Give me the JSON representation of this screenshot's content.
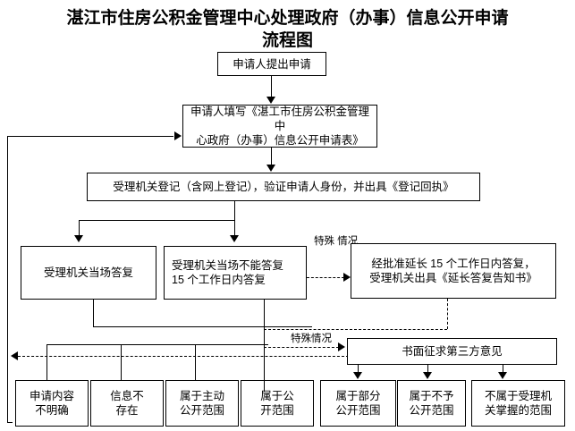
{
  "title": {
    "line1": "湛江市住房公积金管理中心处理政府（办事）信息公开申请",
    "line2": "流程图"
  },
  "nodes": {
    "apply": "申请人提出申请",
    "fill_form_l1": "申请人填写《湛工市住房公积金管理中",
    "fill_form_l2": "心政府（办事）信息公开申请表》",
    "register": "受理机关登记（含网上登记），验证申请人身份，并出具《登记回执》",
    "answer_onsite": "受理机关当场答复",
    "answer_delay_l1": "受理机关当场不能答复",
    "answer_delay_l2": "15 个工作日内答复",
    "extend_l1": "经批准延长 15 个工作日内答复，",
    "extend_l2": "受理机关出具《延长答复告知书》",
    "third_party": "书面征求第三方意见"
  },
  "labels": {
    "special_top_l1": "特殊",
    "special_top_l2": "情况",
    "special_mid": "特殊情况"
  },
  "outcomes": [
    {
      "line1": "申请内容",
      "line2": "不明确"
    },
    {
      "line1": "信息不",
      "line2": "存在"
    },
    {
      "line1": "属于主动",
      "line2": "公开范围"
    },
    {
      "line1": "属于公",
      "line2": "开范围"
    },
    {
      "line1": "属于部分",
      "line2": "公开范围"
    },
    {
      "line1": "属于不予",
      "line2": "公开范围"
    },
    {
      "line1": "不属于受理机",
      "line2": "关掌握的范围"
    }
  ],
  "colors": {
    "stroke": "#000000",
    "background": "#ffffff"
  }
}
